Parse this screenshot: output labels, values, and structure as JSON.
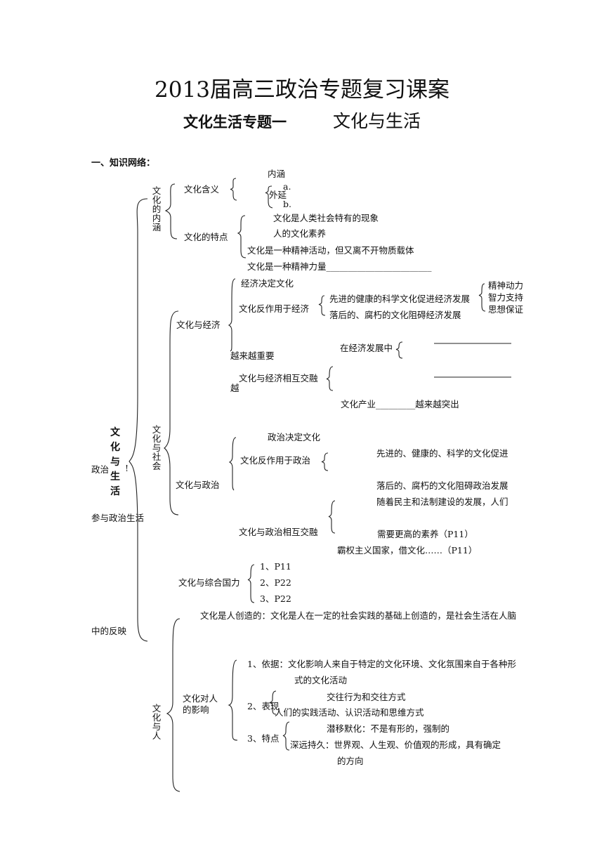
{
  "title": "2013届高三政治专题复习课案",
  "subtitle_part1": "文化生活专题一",
  "subtitle_part2": "文化与生活",
  "section_heading": "一、知识网络：",
  "root": "文化与生活",
  "culture_meaning": {
    "group": "文化的内涵",
    "meaning_label": "文化含义",
    "inner": "内涵",
    "a": "a.",
    "outer": "外延",
    "b": "b.",
    "traits_label": "文化的特点",
    "traits": [
      "文化是人类社会特有的现象",
      "人的文化素养",
      "文化是一种精神活动，但又离不开物质载体",
      "文化是一种精神力量________________________"
    ]
  },
  "culture_society": {
    "group": "文化与社会",
    "economy": {
      "label": "文化与经济",
      "decides": "经济决定文化",
      "reacts_label": "文化反作用于经济",
      "advanced": "先进的健康的科学文化促进经济发展",
      "effects": [
        "精神动力",
        "智力支持",
        "思想保证"
      ],
      "backward": "落后的、腐朽的文化阻碍经济发展",
      "more_important": "越来越重要",
      "in_development": "在经济发展中",
      "blank": "________________",
      "blend_label": "文化与经济相互交融",
      "overlap": "越",
      "industry": "文化产业_________越来越突出"
    },
    "politics": {
      "label": "文化与政治",
      "decides": "政治决定文化",
      "reacts_label": "文化反作用于政治",
      "advanced": "先进的、健康的、科学的文化促进",
      "left_fragment": "政治",
      "left_mark": "!",
      "participate": "参与政治生活",
      "backward": "落后的、腐朽的文化阻碍政治发展",
      "democracy": "随着民主和法制建设的发展，人们",
      "blend_label": "文化与政治相互交融",
      "higher": "需要更高的素养（P11）",
      "hegemony": "霸权主义国家，借文化……（P11）"
    },
    "power": {
      "label": "文化与综合国力",
      "items": [
        "1、P11",
        "2、P22",
        "3、P22"
      ]
    }
  },
  "culture_people": {
    "group": "文化与人",
    "created": "文化是人创造的：文化是人在一定的社会实践的基础上创造的，是社会生活在人脑",
    "reflection": "中的反映",
    "influence_label_1": "文化对人",
    "influence_label_2": "的影响",
    "basis_1": "1、依据：文化影响人来自于特定的文化环境、文化氛围来自于各种形",
    "basis_2": "式的文化活动",
    "manifest_label": "2、表现",
    "manifest_1": "交往行为和交往方式",
    "manifest_2": "人们的实践活动、认识活动和思维方式",
    "feature_label": "3、特点",
    "feature_1": "潜移默化：不是有形的，强制的",
    "feature_2": "深远持久：世界观、人生观、价值观的形成，具有确定",
    "feature_3": "的方向"
  }
}
